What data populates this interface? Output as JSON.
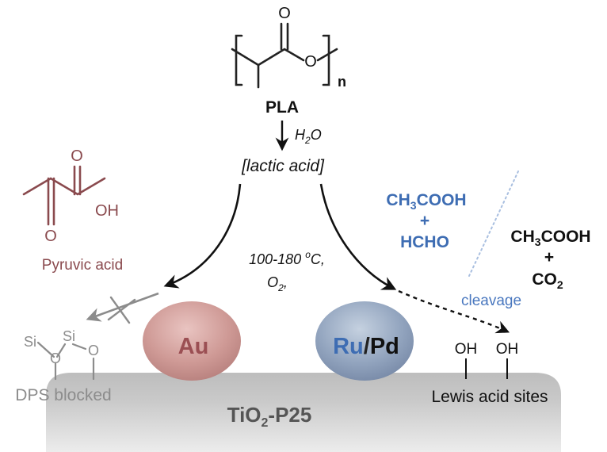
{
  "polymer": {
    "name": "PLA",
    "subscript": "n",
    "carbonyl_oxygen": "O",
    "ester_oxygen": "O"
  },
  "hydrolysis": {
    "reagent_base": "H",
    "reagent_sub": "2",
    "reagent_end": "O",
    "intermediate": "[lactic acid]"
  },
  "conditions": {
    "temperature": "100-180 °C,",
    "temperature_base": "100-180 ",
    "temperature_sup": "o",
    "temperature_end": "C,",
    "oxidant_base": "O",
    "oxidant_sub": "2",
    "oxidant_end": ","
  },
  "pyruvic": {
    "label": "Pyruvic acid",
    "oh": "OH",
    "o_top": "O",
    "o_bottom": "O",
    "color": "#8a4a4e"
  },
  "left_surface": {
    "si_left": "Si",
    "si_right": "Si",
    "o_left": "O",
    "o_right": "O",
    "label": "DPS blocked",
    "color": "#8c8c8c"
  },
  "particles": {
    "au": "Au",
    "ru": "Ru",
    "slash": "/",
    "pd": "Pd",
    "au_color": "#9b4f53",
    "ru_color": "#3e6db3"
  },
  "support": {
    "base": "TiO",
    "sub": "2",
    "end": "-P25"
  },
  "products_blue": {
    "line1_base": "CH",
    "line1_sub": "3",
    "line1_end": "COOH",
    "plus": "+",
    "line2": "HCHO",
    "cleavage": "cleavage",
    "color": "#3e6db3"
  },
  "products_black": {
    "line1_base": "CH",
    "line1_sub": "3",
    "line1_end": "COOH",
    "plus": "+",
    "line2_base": "CO",
    "line2_sub": "2"
  },
  "right_surface": {
    "oh_left": "OH",
    "oh_right": "OH",
    "label": "Lewis acid sites"
  }
}
